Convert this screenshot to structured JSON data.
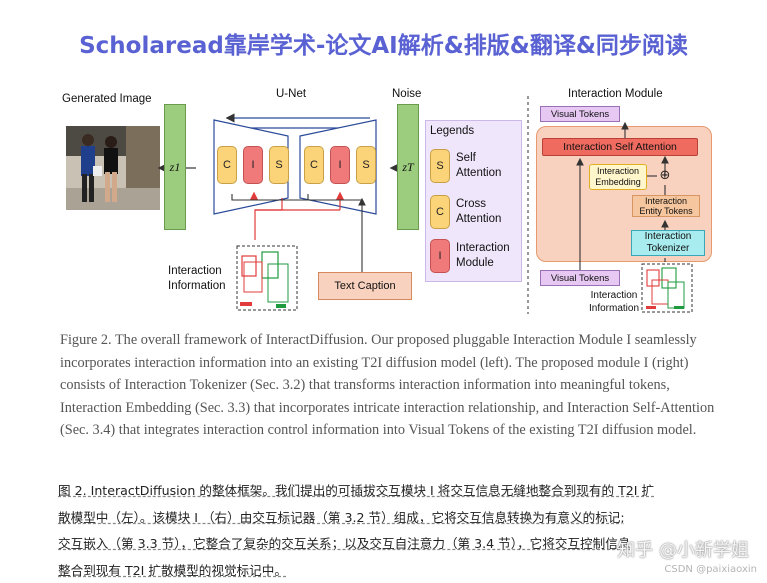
{
  "banner": {
    "title": "Scholaread靠岸学术-论文AI解析&排版&翻译&同步阅读"
  },
  "figure": {
    "generated_image_label": "Generated Image",
    "unet_label": "U-Net",
    "noise_label": "Noise",
    "z1": "z1",
    "zT": "zT",
    "blocks": [
      "C",
      "I",
      "S",
      "C",
      "I",
      "S"
    ],
    "interaction_information": "Interaction Information",
    "text_caption": "Text Caption",
    "legends": {
      "title": "Legends",
      "s_letter": "S",
      "s_label": "Self Attention",
      "c_letter": "C",
      "c_label": "Cross Attention",
      "i_letter": "I",
      "i_label": "Interaction Module"
    },
    "module": {
      "title": "Interaction Module",
      "visual_tokens_top": "Visual Tokens",
      "interaction_self_attention": "Interaction Self Attention",
      "interaction_embedding": "Interaction Embedding",
      "interaction_entity_tokens": "Interaction Entity Tokens",
      "interaction_tokenizer": "Interaction Tokenizer",
      "visual_tokens_bottom": "Visual Tokens",
      "interaction_information": "Interaction Information",
      "plus_symbol": "⊕"
    }
  },
  "caption_en": "Figure 2. The overall framework of InteractDiffusion. Our proposed pluggable Interaction Module I seamlessly incorporates interaction information into an existing T2I diffusion model (left). The proposed module I (right) consists of Interaction Tokenizer (Sec. 3.2) that transforms interaction information into meaningful tokens, Interaction Embedding (Sec. 3.3) that incorporates intricate interaction relationship, and Interaction Self-Attention (Sec. 3.4) that integrates interaction control information into Visual Tokens of the existing T2I diffusion model.",
  "caption_cn": [
    "图 2. InteractDiffusion 的整体框架。我们提出的可插拔交互模块 I 将交互信息无缝地整合到现有的 T2I 扩",
    "散模型中（左）。该模块 I （右）由交互标记器（第 3.2 节）组成，它将交互信息转换为有意义的标记;",
    "交互嵌入（第 3.3 节），它整合了复杂的交互关系；以及交互自注意力（第 3.4 节），它将交互控制信息",
    "整合到现有 T2I 扩散模型的视觉标记中。"
  ],
  "watermark": {
    "zhihu": "知乎 @小新学姐",
    "csdn": "CSDN @paixiaoxin"
  },
  "colors": {
    "banner": "#5a62d3",
    "green_bar": "#9ccc7e",
    "unet_bg": "#c8d3ef",
    "module_bg": "#f9d2bf",
    "attn_red": "#ef6a5f",
    "tokenizer_cyan": "#a8ecef",
    "legend_bg": "#efe6fb"
  }
}
